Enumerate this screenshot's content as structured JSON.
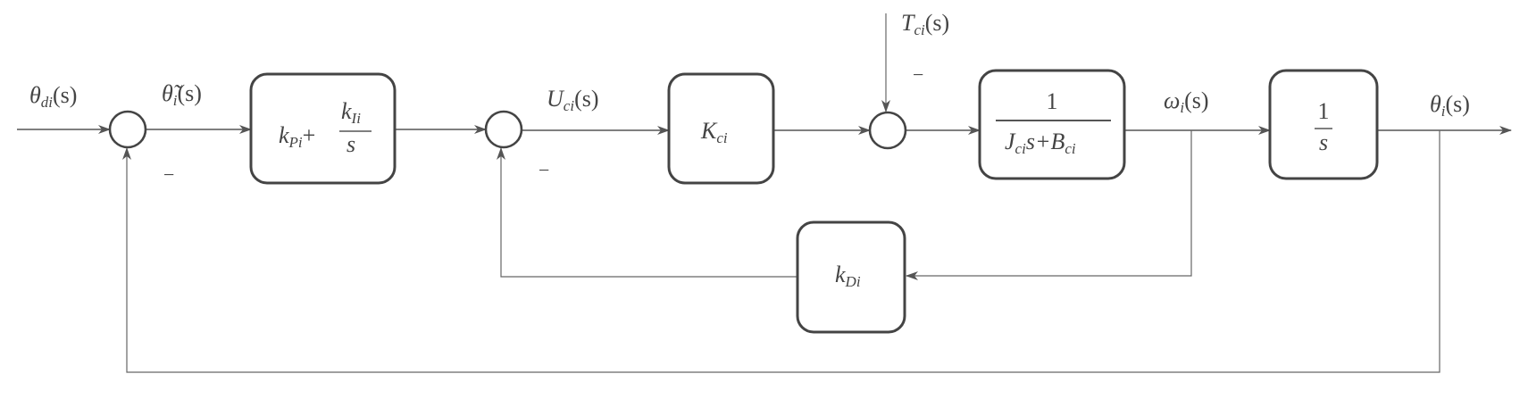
{
  "signals": {
    "reference": {
      "sym": "θ",
      "sub": "di",
      "arg": "(s)"
    },
    "error": {
      "sym": "θ̃",
      "sub": "i",
      "arg": "(s)"
    },
    "control": {
      "sym": "U",
      "sub": "ci",
      "arg": "(s)"
    },
    "disturbance": {
      "sym": "T",
      "sub": "ci",
      "arg": "(s)"
    },
    "velocity": {
      "sym": "ω",
      "sub": "i",
      "arg": "(s)"
    },
    "output": {
      "sym": "θ",
      "sub": "i",
      "arg": "(s)"
    }
  },
  "blocks": {
    "pi": {
      "kp": "k",
      "kp_sub": "Pi",
      "plus": "+",
      "num": "k",
      "num_sub": "Ii",
      "den": "s"
    },
    "gain": {
      "sym": "K",
      "sub": "ci"
    },
    "plant": {
      "num": "1",
      "den_a": "J",
      "den_a_sub": "ci",
      "den_b": "s+B",
      "den_b_sub": "ci"
    },
    "integrator": {
      "num": "1",
      "den": "s"
    },
    "derivative": {
      "sym": "k",
      "sub": "Di"
    }
  },
  "signs": {
    "sum1_feedback": "−",
    "sum2_feedback": "−",
    "sum3_disturbance": "−"
  },
  "colors": {
    "stroke": "#444444",
    "background": "#ffffff"
  }
}
